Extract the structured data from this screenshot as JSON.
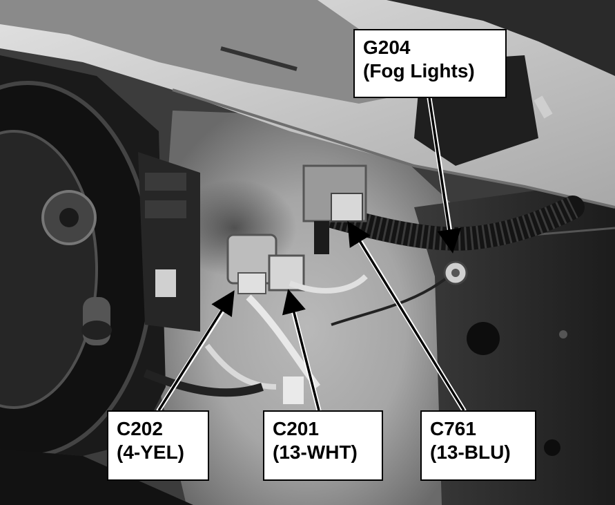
{
  "callouts": {
    "g204": {
      "line1": "G204",
      "line2": "(Fog Lights)"
    },
    "c202": {
      "line1": "C202",
      "line2": "(4-YEL)"
    },
    "c201": {
      "line1": "C201",
      "line2": "(13-WHT)"
    },
    "c761": {
      "line1": "C761",
      "line2": "(13-BLU)"
    }
  }
}
